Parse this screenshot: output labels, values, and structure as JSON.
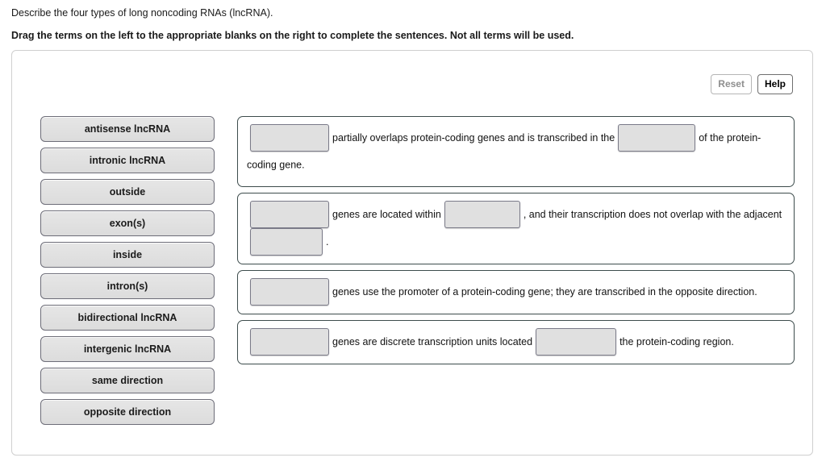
{
  "prompt": {
    "question": "Describe the four types of long noncoding RNAs (lncRNA).",
    "instruction": "Drag the terms on the left to the appropriate blanks on the right to complete the sentences. Not all terms will be used."
  },
  "toolbar": {
    "reset_label": "Reset",
    "help_label": "Help"
  },
  "term_bank": {
    "terms": [
      {
        "label": "antisense lncRNA"
      },
      {
        "label": "intronic lncRNA"
      },
      {
        "label": "outside"
      },
      {
        "label": "exon(s)"
      },
      {
        "label": "inside"
      },
      {
        "label": "intron(s)"
      },
      {
        "label": "bidirectional lncRNA"
      },
      {
        "label": "intergenic lncRNA"
      },
      {
        "label": "same direction"
      },
      {
        "label": "opposite direction"
      }
    ]
  },
  "sentences": [
    {
      "id": "sentence-1",
      "part1": "",
      "part2": "partially overlaps protein-coding genes and is transcribed in the",
      "part3": "of the protein-coding gene.",
      "part4": "",
      "blanks": 2
    },
    {
      "id": "sentence-2",
      "part1": "",
      "part2": "genes are located within",
      "part3": ", and their transcription does not overlap with the adjacent",
      "part4": ".",
      "blanks": 3
    },
    {
      "id": "sentence-3",
      "part1": "",
      "part2": "genes use the promoter of a protein-coding gene; they are transcribed in the opposite direction.",
      "part3": "",
      "part4": "",
      "blanks": 1
    },
    {
      "id": "sentence-4",
      "part1": "",
      "part2": "genes are discrete transcription units located",
      "part3": "the protein-coding region.",
      "part4": "",
      "blanks": 2
    }
  ],
  "colors": {
    "tile_fill": "#e0e0e0",
    "tile_border": "#6d6d78",
    "sentence_border": "#3d4c4c",
    "panel_border": "#cfcfcf",
    "blank_fill": "#e0e0e0",
    "blank_border": "#7a7a88",
    "disabled_text": "#8e8e8e"
  }
}
